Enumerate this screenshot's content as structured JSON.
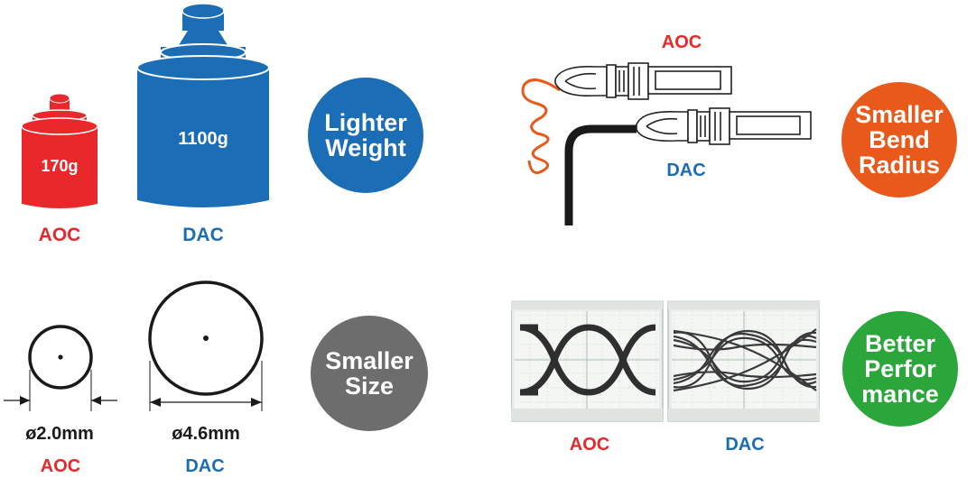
{
  "weight": {
    "aoc_value": "170g",
    "dac_value": "1100g",
    "aoc_label": "AOC",
    "dac_label": "DAC",
    "badge_line1": "Lighter",
    "badge_line2": "Weight",
    "badge_color": "#1b6db5"
  },
  "bend": {
    "aoc_label": "AOC",
    "dac_label": "DAC",
    "badge_line1": "Smaller",
    "badge_line2": "Bend",
    "badge_line3": "Radius",
    "badge_color": "#e85a1c"
  },
  "size": {
    "aoc_diameter": "ø2.0mm",
    "dac_diameter": "ø4.6mm",
    "aoc_label": "AOC",
    "dac_label": "DAC",
    "badge_line1": "Smaller",
    "badge_line2": "Size",
    "badge_color": "#6d6d6d"
  },
  "performance": {
    "aoc_label": "AOC",
    "dac_label": "DAC",
    "badge_line1": "Better",
    "badge_line2": "Perfor",
    "badge_line3": "mance",
    "badge_color": "#2aa63a"
  },
  "colors": {
    "aoc": "#e8282b",
    "dac": "#1b6db5"
  }
}
